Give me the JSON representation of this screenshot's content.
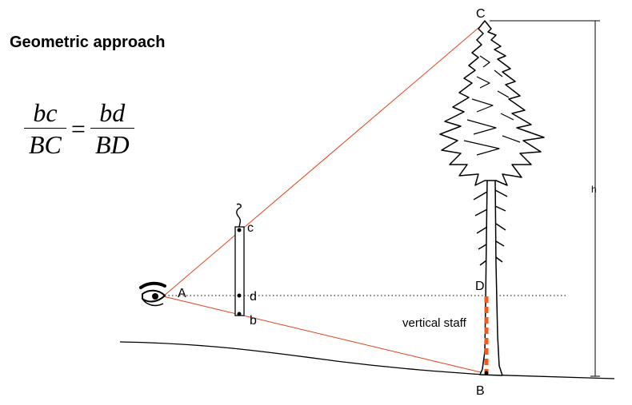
{
  "title": "Geometric approach",
  "formula": {
    "left_numerator": "bc",
    "left_denominator": "BC",
    "equals": "=",
    "right_numerator": "bd",
    "right_denominator": "BD"
  },
  "labels": {
    "A": "A",
    "B": "B",
    "C": "C",
    "D": "D",
    "b": "b",
    "c": "c",
    "d": "d",
    "h": "h",
    "staff": "vertical staff"
  },
  "colors": {
    "sight_lines": "#e0401a",
    "staff": "#f05a1a",
    "ink": "#000000"
  },
  "icons": [
    "eye-icon",
    "tree-icon",
    "stick-icon"
  ]
}
